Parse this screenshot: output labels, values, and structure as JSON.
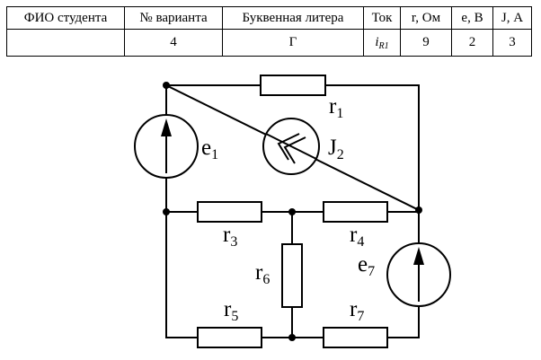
{
  "table": {
    "headers": {
      "student_name": "ФИО студента",
      "variant_number": "№ варианта",
      "letter": "Буквенная литера",
      "current": "Ток",
      "resistance": "r, Ом",
      "emf": "e, В",
      "current_source": "J, А"
    },
    "values": {
      "student_name": "",
      "variant_number": "4",
      "letter": "Г",
      "current_symbol": "i",
      "current_subscript": "R1",
      "resistance": "9",
      "emf": "2",
      "current_source": "3"
    }
  },
  "circuit": {
    "labels": {
      "r1": {
        "base": "r",
        "sub": "1"
      },
      "r3": {
        "base": "r",
        "sub": "3"
      },
      "r4": {
        "base": "r",
        "sub": "4"
      },
      "r5": {
        "base": "r",
        "sub": "5"
      },
      "r6": {
        "base": "r",
        "sub": "6"
      },
      "r7": {
        "base": "r",
        "sub": "7"
      },
      "e1": {
        "base": "e",
        "sub": "1"
      },
      "e7": {
        "base": "e",
        "sub": "7"
      },
      "j2": {
        "base": "J",
        "sub": "2"
      }
    }
  }
}
